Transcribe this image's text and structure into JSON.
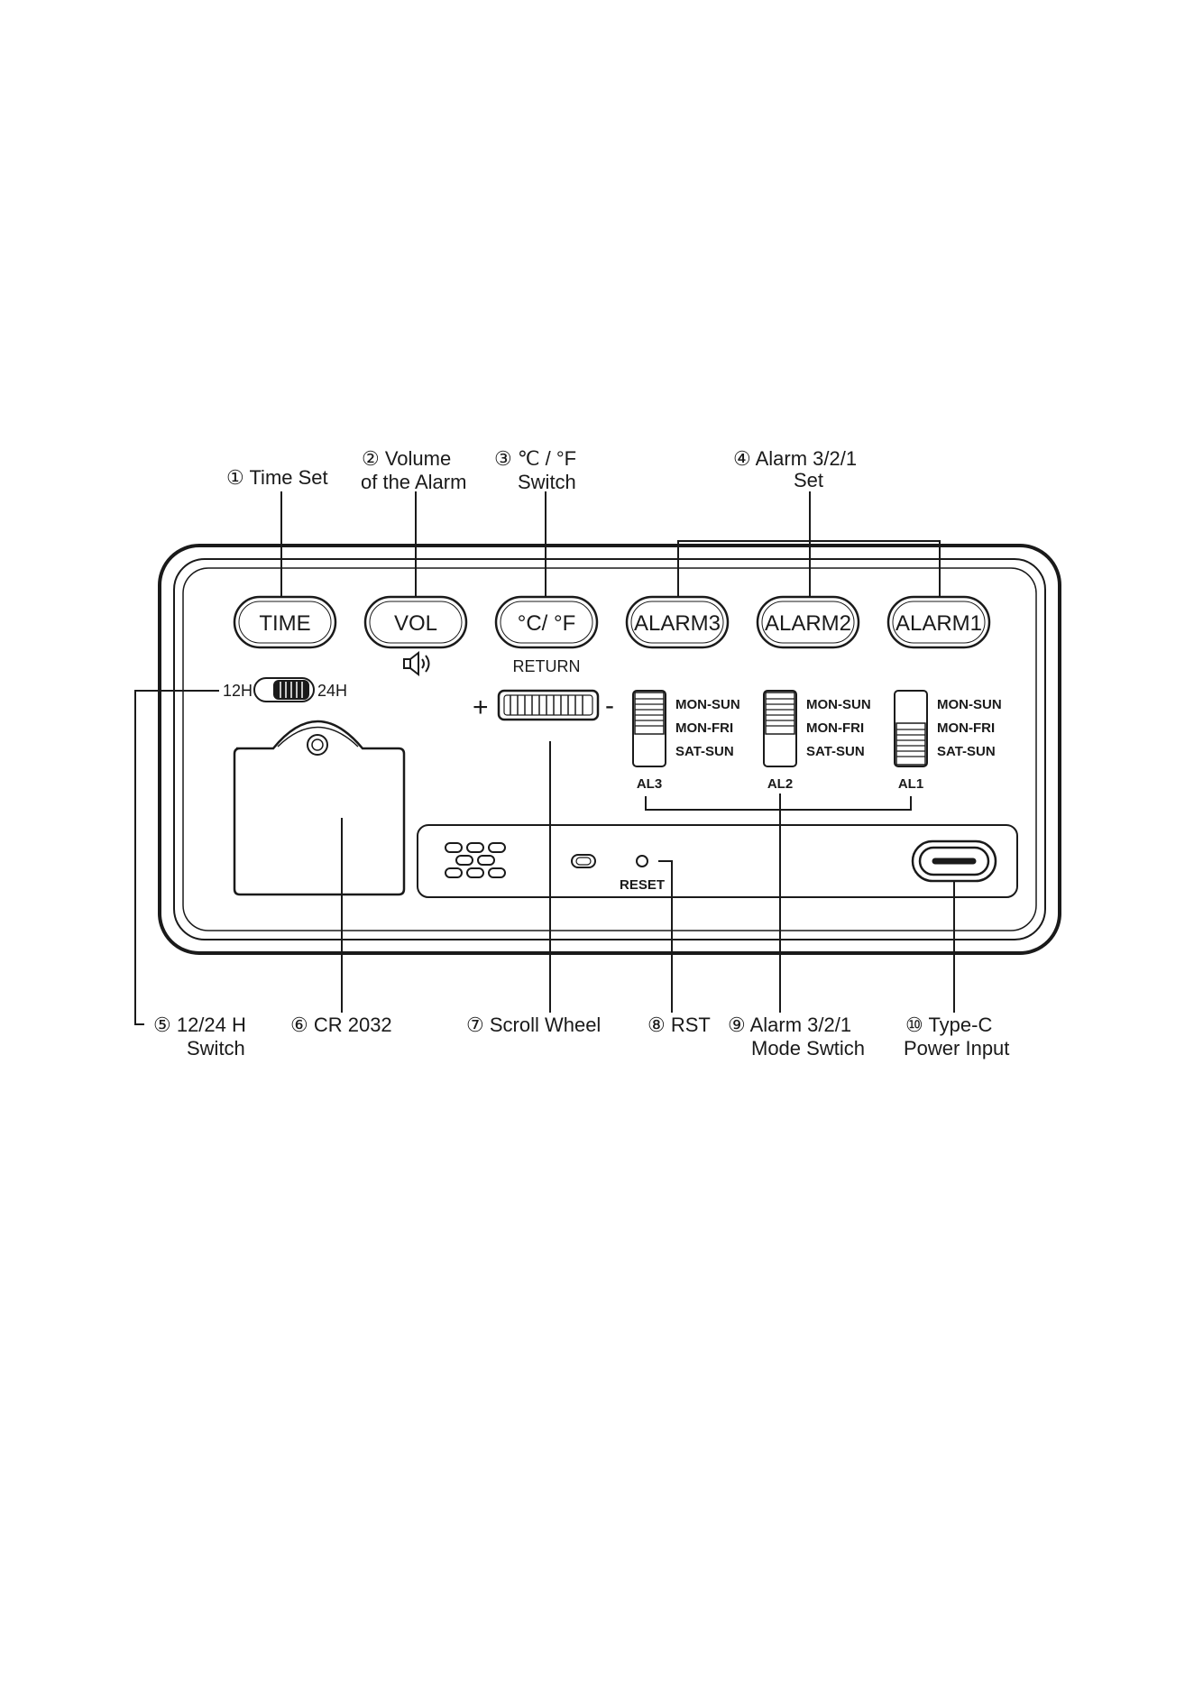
{
  "callouts": {
    "time_set": "① Time Set",
    "volume_1": "② Volume",
    "volume_2": "of the Alarm",
    "temp_1": "③ ℃ / °F",
    "temp_2": "Switch",
    "alarm_set_1": "④ Alarm 3/2/1",
    "alarm_set_2": "Set",
    "hour_switch_1": "⑤ 12/24 H",
    "hour_switch_2": "Switch",
    "battery": "⑥ CR 2032",
    "scroll_wheel": "⑦ Scroll Wheel",
    "rst": "⑧ RST",
    "alarm_mode_1": "⑨ Alarm 3/2/1",
    "alarm_mode_2": "Mode Swtich",
    "type_c_1": "⑩ Type-C",
    "type_c_2": "Power Input"
  },
  "buttons": {
    "time": "TIME",
    "vol": "VOL",
    "temp": "°C/ °F",
    "alarm3": "ALARM3",
    "alarm2": "ALARM2",
    "alarm1": "ALARM1"
  },
  "labels": {
    "return": "RETURN",
    "h12": "12H",
    "h24": "24H",
    "plus": "+",
    "minus": "-",
    "reset": "RESET",
    "al3": "AL3",
    "al2": "AL2",
    "al1": "AL1",
    "mode_mon_sun": "MON-SUN",
    "mode_mon_fri": "MON-FRI",
    "mode_sat_sun": "SAT-SUN"
  },
  "icons": {
    "speaker": "speaker-icon",
    "usb_c_port": "usb-c-port-icon",
    "speaker_grille": "speaker-grille-icon",
    "led": "led-indicator-icon"
  }
}
